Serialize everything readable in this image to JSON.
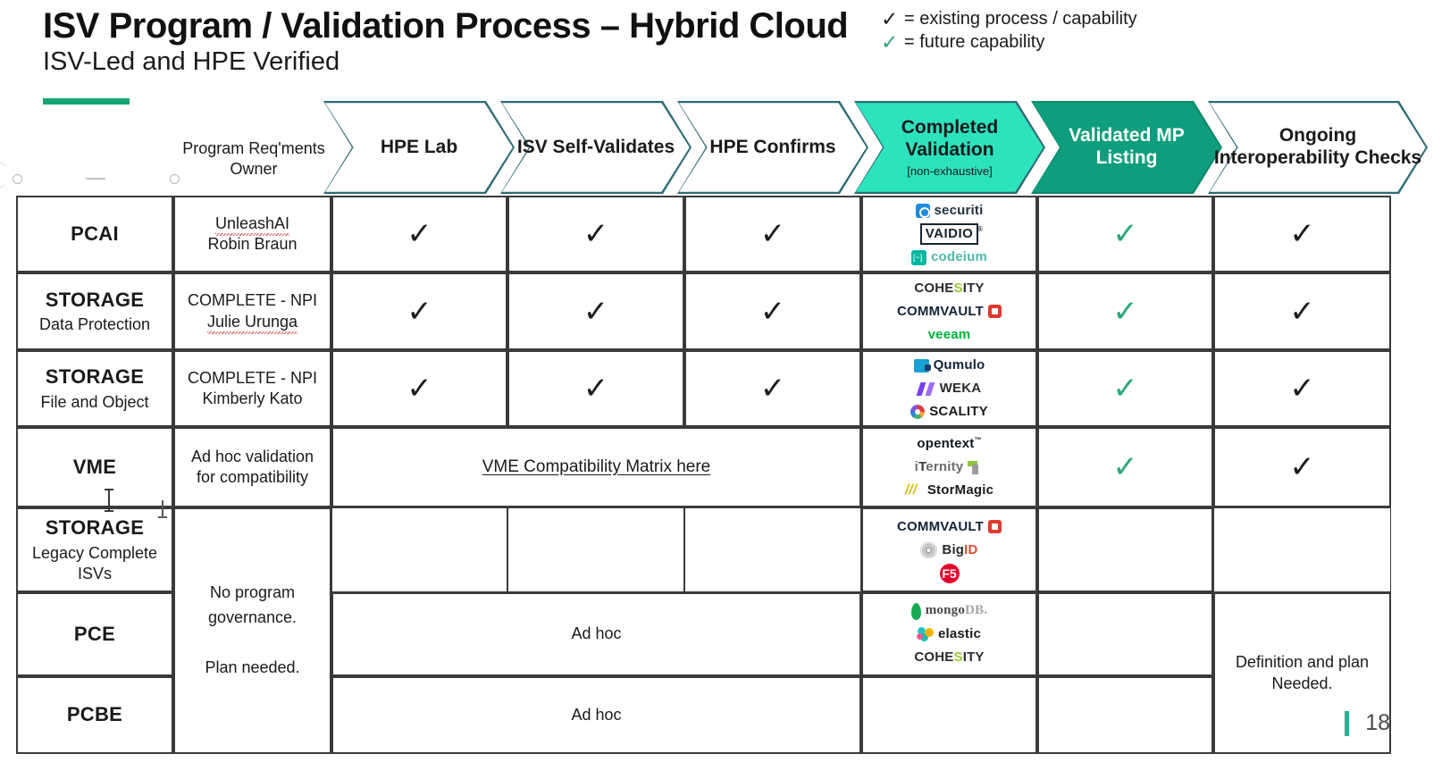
{
  "header": {
    "title": "ISV Program / Validation Process – Hybrid Cloud",
    "subtitle": "ISV-Led and HPE Verified",
    "legend": [
      {
        "mark": "check-black",
        "text": "= existing process / capability"
      },
      {
        "mark": "check-green",
        "text": "= future capability"
      }
    ]
  },
  "columns": {
    "category_header": "",
    "owner_header": "Program Req'ments Owner",
    "stages": [
      {
        "label": "HPE Lab",
        "sub": "",
        "style": "outline"
      },
      {
        "label": "ISV Self-Validates",
        "sub": "",
        "style": "outline"
      },
      {
        "label": "HPE Confirms",
        "sub": "",
        "style": "outline"
      },
      {
        "label": "Completed Validation",
        "sub": "[non-exhaustive]",
        "style": "teal-light"
      },
      {
        "label": "Validated MP Listing",
        "sub": "",
        "style": "teal-dark"
      },
      {
        "label": "Ongoing Interoperability Checks",
        "sub": "",
        "style": "outline"
      }
    ]
  },
  "rows": [
    {
      "category": "PCAI",
      "category_sub": "",
      "owner": "UnleashAI",
      "owner_person": "Robin Braun",
      "hpe_lab": "check-black",
      "isv_self": "check-black",
      "hpe_confirms": "check-black",
      "validated_mp": "check-green",
      "ongoing": "check-black",
      "logos": [
        "securiti",
        "VAIDIO",
        "codeium"
      ]
    },
    {
      "category": "STORAGE",
      "category_sub": "Data Protection",
      "owner": "COMPLETE - NPI",
      "owner_person": "Julie Urunga",
      "hpe_lab": "check-black",
      "isv_self": "check-black",
      "hpe_confirms": "check-black",
      "validated_mp": "check-green",
      "ongoing": "check-black",
      "logos": [
        "COHESITY",
        "COMMVAULT",
        "veeam"
      ]
    },
    {
      "category": "STORAGE",
      "category_sub": "File and Object",
      "owner": "COMPLETE - NPI",
      "owner_person": "Kimberly Kato",
      "hpe_lab": "check-black",
      "isv_self": "check-black",
      "hpe_confirms": "check-black",
      "validated_mp": "check-green",
      "ongoing": "check-black",
      "logos": [
        "Qumulo",
        "WEKA",
        "SCALITY"
      ]
    },
    {
      "category": "VME",
      "category_sub": "",
      "owner": "Ad hoc validation for compatibility",
      "owner_person": "",
      "merged_link": "VME Compatibility Matrix here",
      "validated_mp": "check-green",
      "ongoing": "check-black",
      "logos": [
        "opentext",
        "iTernity",
        "StorMagic"
      ]
    },
    {
      "category": "STORAGE",
      "category_sub": "Legacy Complete ISVs",
      "owner": "",
      "owner_person": "",
      "hpe_lab": "",
      "isv_self": "",
      "hpe_confirms": "",
      "validated_mp": "",
      "ongoing": "",
      "logos": [
        "COMMVAULT",
        "BigID",
        "F5"
      ]
    },
    {
      "category": "PCE",
      "category_sub": "",
      "owner": "",
      "owner_person": "",
      "merged_note": "Ad hoc",
      "validated_mp": "",
      "ongoing": "",
      "logos": [
        "mongoDB",
        "elastic",
        "COHESITY"
      ]
    },
    {
      "category": "PCBE",
      "category_sub": "",
      "owner": "",
      "owner_person": "",
      "merged_note": "Ad hoc",
      "validated_mp": "",
      "ongoing": "",
      "logos": []
    }
  ],
  "spans": {
    "owner_note_line1": "No program",
    "owner_note_line2": "governance.",
    "owner_note_line3": "Plan needed.",
    "ongoing_note_line1": "Definition and plan",
    "ongoing_note_line2": "Needed."
  },
  "footer": {
    "page_number": "18"
  },
  "colors": {
    "chevron_outline": "#2b6b75",
    "teal_light": "#2de3bd",
    "teal_dark": "#0f9e7d",
    "accent_green": "#17a673",
    "check_green": "#2aa77d",
    "check_black": "#1d1d1d"
  },
  "glyphs": {
    "check": "✓"
  }
}
